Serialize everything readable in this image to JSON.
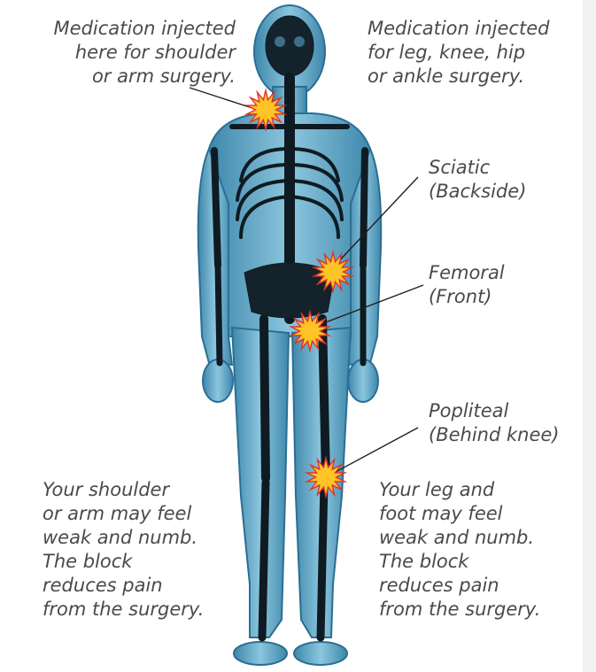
{
  "labels": {
    "shoulder_injection": "Medication injected\nhere for shoulder\nor arm surgery.",
    "leg_injection": "Medication injected\nfor leg, knee, hip\nor ankle surgery.",
    "sciatic": "Sciatic\n(Backside)",
    "femoral": "Femoral\n(Front)",
    "popliteal": "Popliteal\n(Behind knee)",
    "arm_effect": "Your shoulder\nor arm may feel\nweak and numb.\nThe block\nreduces pain\nfrom the surgery.",
    "leg_effect": "Your leg and\nfoot may feel\nweak and numb.\nThe block\nreduces pain\nfrom the surgery."
  },
  "colors": {
    "body_fill": "#6fb0cc",
    "body_edge": "#2a6f93",
    "bone": "#0f1b22",
    "burst_outer": "#e0312b",
    "burst_inner": "#ffc425",
    "leader_line": "#1f1f1f",
    "text": "#4a4a4a"
  },
  "icons": {
    "injection_marker": "starburst-icon",
    "figure": "human-skeleton-xray-figure"
  }
}
